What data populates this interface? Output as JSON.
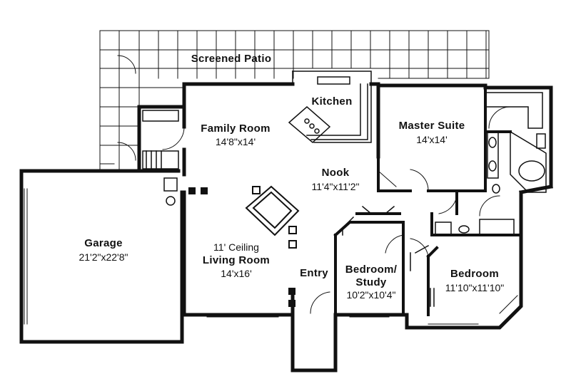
{
  "rooms": {
    "screened_patio": {
      "name": "Screened Patio"
    },
    "kitchen": {
      "name": "Kitchen"
    },
    "family_room": {
      "name": "Family Room",
      "dim": "14'8\"x14'"
    },
    "master_suite": {
      "name": "Master Suite",
      "dim": "14'x14'"
    },
    "nook": {
      "name": "Nook",
      "dim": "11'4\"x11'2\""
    },
    "garage": {
      "name": "Garage",
      "dim": "21'2\"x22'8\""
    },
    "living_room": {
      "ceiling": "11' Ceiling",
      "name": "Living Room",
      "dim": "14'x16'"
    },
    "entry": {
      "name": "Entry"
    },
    "bedroom_study": {
      "name_line1": "Bedroom/",
      "name_line2": "Study",
      "dim": "10'2\"x10'4\""
    },
    "bedroom": {
      "name": "Bedroom",
      "dim": "11'10\"x11'10\""
    }
  },
  "colors": {
    "wall": "#111111",
    "background": "#ffffff"
  }
}
